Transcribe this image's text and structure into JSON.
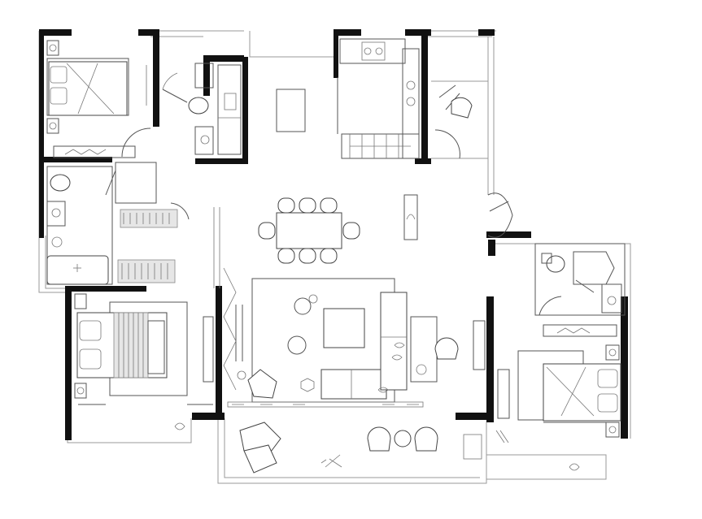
{
  "plan": {
    "rooms": [
      {
        "id": "bedroom-top-left"
      },
      {
        "id": "bathroom-top-left"
      },
      {
        "id": "bathroom-top-center"
      },
      {
        "id": "living-dining"
      },
      {
        "id": "kitchen"
      },
      {
        "id": "utility-room"
      },
      {
        "id": "bedroom-bottom-left"
      },
      {
        "id": "master-bedroom-right"
      },
      {
        "id": "bathroom-right"
      },
      {
        "id": "balcony"
      }
    ],
    "colors": {
      "wall": "#111111",
      "line": "#555555",
      "background": "#ffffff"
    }
  }
}
